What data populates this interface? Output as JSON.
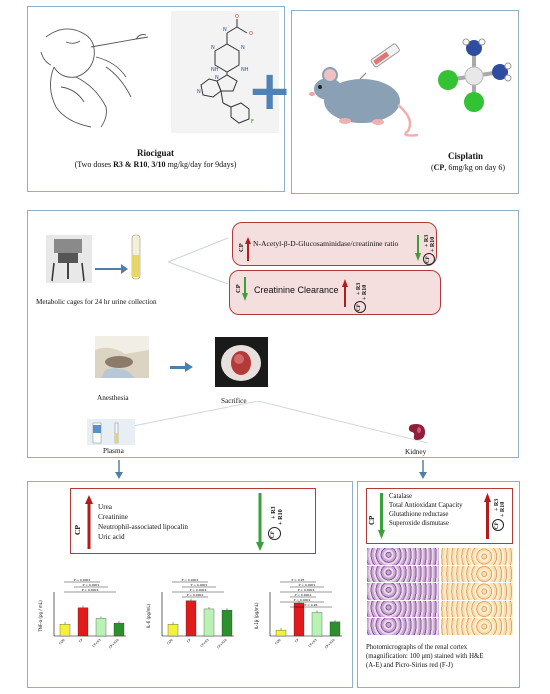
{
  "top": {
    "riociguat_title": "Riociguat",
    "riociguat_sub_prefix": "(Two doses ",
    "riociguat_sub_bold": "R3 & R10",
    "riociguat_sub_mid": ", ",
    "riociguat_sub_bold2": "3/10",
    "riociguat_sub_suffix": " mg/kg/day for 9days)",
    "plus": "+",
    "cisplatin_title": "Cisplatin",
    "cisplatin_sub_prefix": "(",
    "cisplatin_sub_bold": "CP",
    "cisplatin_sub_suffix": ", 6mg/kg on day 6)"
  },
  "middle": {
    "metabolic_caption": "Metabolic cages for 24 hr urine collection",
    "nag_label": "N-Acetyl-β-D-Glucosaminidase/creatinine ratio",
    "creatinine_clearance_label": "Creatinine Clearance",
    "cp": "CP",
    "r3": "+ R3",
    "r10": "+ R10",
    "anesthesia": "Anesthesia",
    "sacrifice": "Sacrifice",
    "plasma": "Plasma",
    "kidney": "Kidney"
  },
  "plasma_panel": {
    "cp": "CP",
    "r3": "+ R3",
    "r10": "+ R10",
    "markers": [
      "Urea",
      "Creatinine",
      "Neutrophil-associated lipocalin",
      "Uric acid"
    ]
  },
  "kidney_panel": {
    "cp": "CP",
    "r3": "+ R3",
    "r10": "+ R10",
    "markers": [
      "Catalase",
      "Total Antioxidant Capacity",
      "Glutathione reductase",
      "Superoxide dismutase"
    ],
    "caption": [
      "Photomicrographs of the renal cortex",
      "(magnification: 100 μm) stained with H&E",
      "(A-E)  and Picro-Sirius red (F-J)"
    ]
  },
  "colors": {
    "panel_border": "#8fb0c4",
    "up_arrow": "#b11d1d",
    "down_arrow": "#3aa03a",
    "plus": "#4f83b5",
    "pink_box": "#f4dede"
  },
  "chart_data": [
    {
      "type": "bar",
      "ylabel": "TNF-α (pg / mL)",
      "categories": [
        "CON",
        "CP",
        "CP+R3",
        "CP+R10"
      ],
      "values": [
        1.0,
        2.4,
        1.5,
        1.1
      ],
      "colors": [
        "#f2f23a",
        "#e01b1b",
        "#b9f2b4",
        "#2d8f2d"
      ],
      "annotations": [
        "P < 0.0001",
        "P < 0.0001",
        "P < 0.0001"
      ]
    },
    {
      "type": "bar",
      "ylabel": "IL-6 (pg/mL)",
      "categories": [
        "CON",
        "CP",
        "CP+R3",
        "CP+R10"
      ],
      "values": [
        1.0,
        3.0,
        2.3,
        2.2
      ],
      "colors": [
        "#f2f23a",
        "#e01b1b",
        "#b9f2b4",
        "#2d8f2d"
      ],
      "annotations": [
        "P < 0.0001",
        "P < 0.0001",
        "P < 0.0001",
        "P < 0.0001"
      ]
    },
    {
      "type": "bar",
      "ylabel": "IL-1β (pg/mL)",
      "categories": [
        "CON",
        "CP",
        "CP+R3",
        "CP+R10"
      ],
      "values": [
        0.5,
        2.8,
        2.0,
        1.2
      ],
      "colors": [
        "#f2f23a",
        "#e01b1b",
        "#b9f2b4",
        "#2d8f2d"
      ],
      "annotations": [
        "P = 0.25",
        "P < 0.0001",
        "P < 0.0001",
        "P < 0.0001",
        "P < 0.0001",
        "P = 0.26"
      ]
    }
  ]
}
